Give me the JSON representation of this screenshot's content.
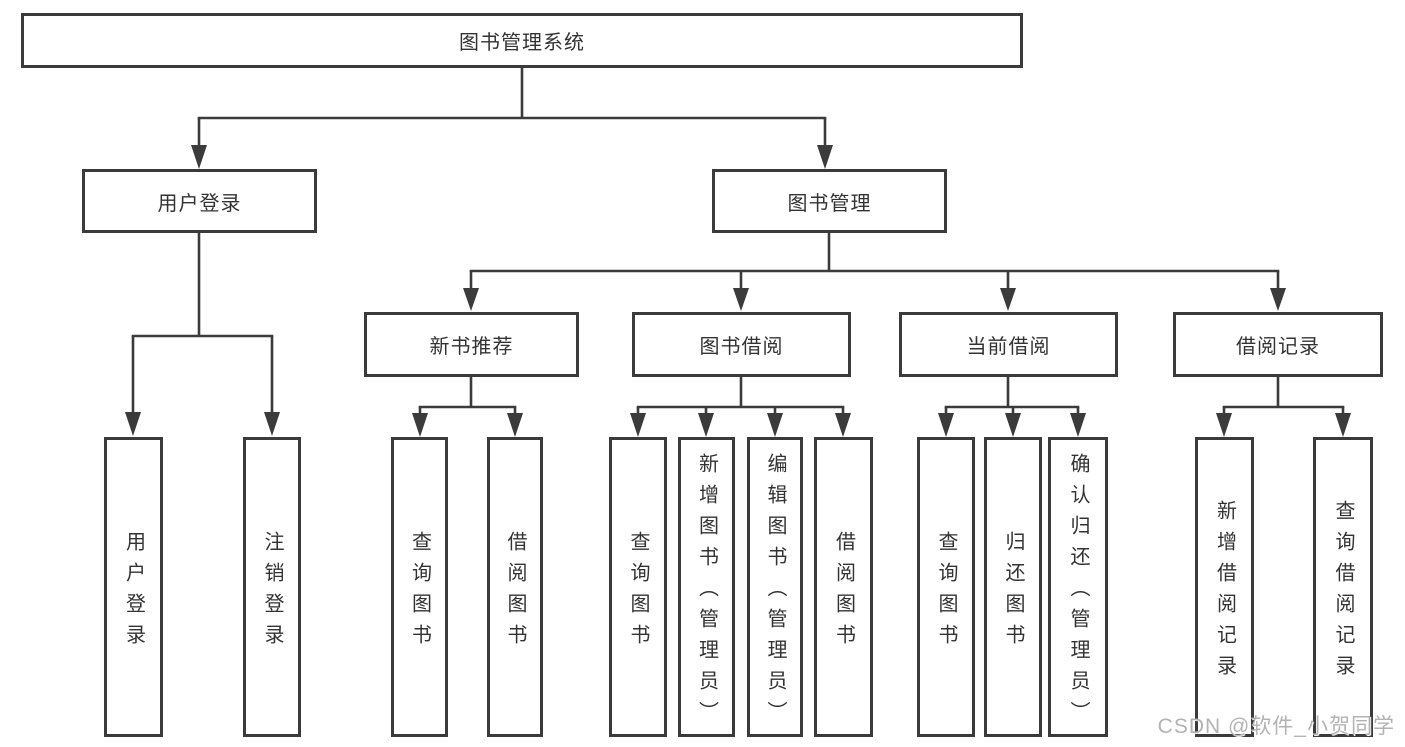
{
  "diagram": {
    "root": {
      "label": "图书管理系统",
      "children": [
        {
          "label": "用户登录",
          "children": [
            {
              "label": "用户登录"
            },
            {
              "label": "注销登录"
            }
          ]
        },
        {
          "label": "图书管理",
          "children": [
            {
              "label": "新书推荐",
              "children": [
                {
                  "label": "查询图书"
                },
                {
                  "label": "借阅图书"
                }
              ]
            },
            {
              "label": "图书借阅",
              "children": [
                {
                  "label": "查询图书"
                },
                {
                  "label": "新增图书（管理员）"
                },
                {
                  "label": "编辑图书（管理员）"
                },
                {
                  "label": "借阅图书"
                }
              ]
            },
            {
              "label": "当前借阅",
              "children": [
                {
                  "label": "查询图书"
                },
                {
                  "label": "归还图书"
                },
                {
                  "label": "确认归还（管理员）"
                }
              ]
            },
            {
              "label": "借阅记录",
              "children": [
                {
                  "label": "新增借阅记录"
                },
                {
                  "label": "查询借阅记录"
                }
              ]
            }
          ]
        }
      ]
    }
  },
  "watermark": {
    "text": "CSDN @软件_小贺同学",
    "color": "#b3b3b3"
  },
  "colors": {
    "line": "#3b3b3b",
    "text": "#333333",
    "background": "#ffffff"
  }
}
